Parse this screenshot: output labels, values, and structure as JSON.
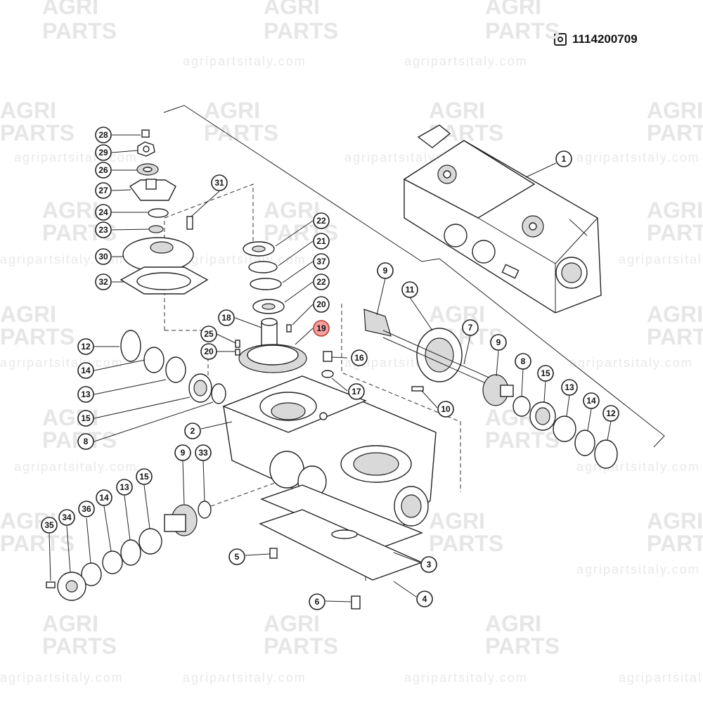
{
  "header": {
    "part_code": "1114200709",
    "code_icon": "gearbox-icon"
  },
  "watermark": {
    "line1": "AGRI",
    "line2": "PARTS",
    "url": "agripartsitaly.com"
  },
  "colors": {
    "highlight_fill": "#f2a0a0",
    "highlight_stroke": "#c0392b",
    "ink": "#222222"
  },
  "callouts": {
    "c1": "1",
    "c2": "2",
    "c3": "3",
    "c4": "4",
    "c5": "5",
    "c6": "6",
    "c7": "7",
    "c8a": "8",
    "c8b": "8",
    "c9a": "9",
    "c9b": "9",
    "c9c": "9",
    "c10": "10",
    "c11": "11",
    "c12a": "12",
    "c12b": "12",
    "c13a": "13",
    "c13b": "13",
    "c13c": "13",
    "c14a": "14",
    "c14b": "14",
    "c14c": "14",
    "c15a": "15",
    "c15b": "15",
    "c15c": "15",
    "c16": "16",
    "c17": "17",
    "c18": "18",
    "c19": "19",
    "c20a": "20",
    "c20b": "20",
    "c21": "21",
    "c22a": "22",
    "c22b": "22",
    "c23": "23",
    "c24": "24",
    "c25": "25",
    "c26": "26",
    "c27": "27",
    "c28": "28",
    "c29": "29",
    "c30": "30",
    "c31": "31",
    "c32": "32",
    "c33": "33",
    "c34": "34",
    "c35": "35",
    "c36": "36",
    "c37": "37"
  },
  "selected_part": "19"
}
